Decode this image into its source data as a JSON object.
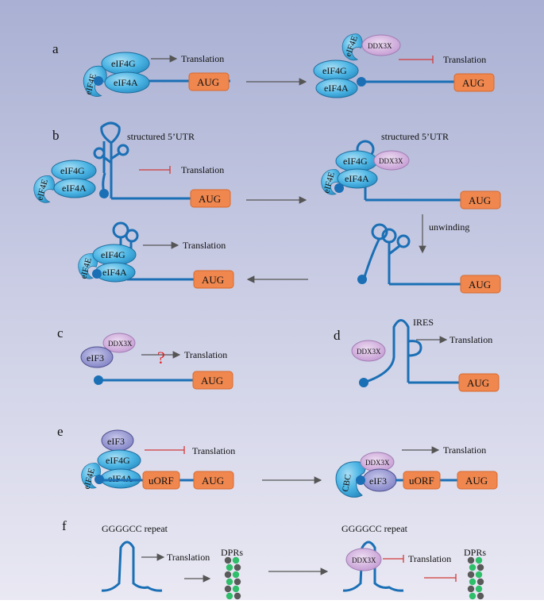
{
  "panels": {
    "a": {
      "letter": "a"
    },
    "b": {
      "letter": "b"
    },
    "c": {
      "letter": "c"
    },
    "d": {
      "letter": "d"
    },
    "e": {
      "letter": "e"
    },
    "f": {
      "letter": "f"
    }
  },
  "labels": {
    "translation": "Translation",
    "aug": "AUG",
    "uorf": "uORF",
    "eif4e": "eIF4E",
    "eif4g": "eIF4G",
    "eif4a": "eIF4A",
    "eif3": "eIF3",
    "ddx3x": "DDX3X",
    "cbc": "CBC",
    "structured_utr": "structured 5’UTR",
    "unwinding": "unwinding",
    "ires": "IRES",
    "question": "?",
    "ggggcc": "GGGGCC repeat",
    "dprs": "DPRs"
  },
  "colors": {
    "rna": "#1a6fb5",
    "aug_fill": "#f0874e",
    "eif_blue": "#4ab4e4",
    "ddx3x": "#c7a3d4",
    "eif3": "#8d8ed0",
    "inhibit": "#d23a3a",
    "arrow": "#555555",
    "dpr_green": "#2fbf6a",
    "dpr_grey": "#5a5a5a"
  }
}
